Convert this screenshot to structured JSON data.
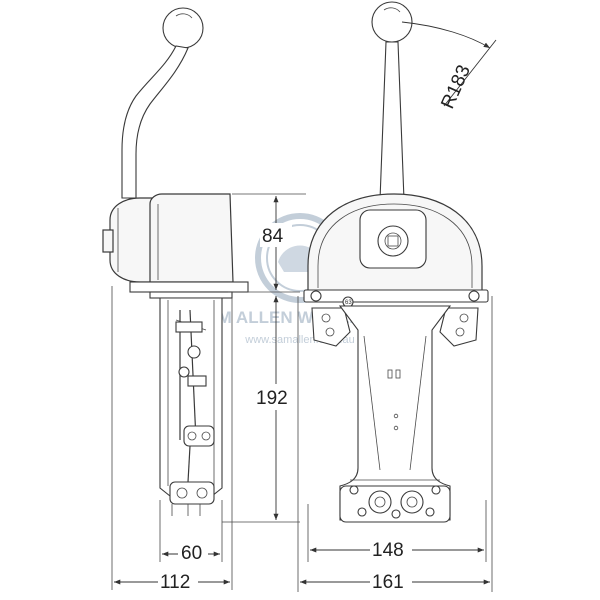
{
  "dimensions": {
    "radius": "R183",
    "height_upper": "84",
    "height_total": "192",
    "width_mount": "60",
    "depth_total": "112",
    "width_plate": "148",
    "width_total": "161"
  },
  "callout": "63",
  "watermark": {
    "company": "SAM ALLEN WHOLESALE",
    "url": "www.samallen.com.au"
  },
  "colors": {
    "line": "#3a3a3a",
    "watermark": "#b9c6d3",
    "background": "#ffffff"
  }
}
